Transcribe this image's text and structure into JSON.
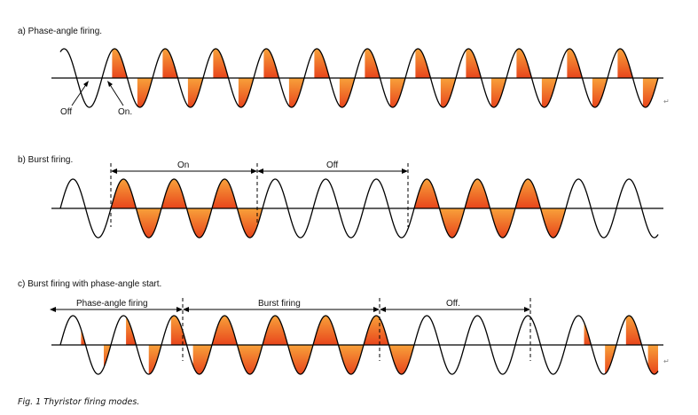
{
  "panels": [
    {
      "id": "a",
      "title": "a) Phase-angle firing.",
      "mode": "phase",
      "labels": {
        "off": "Off",
        "on": "On."
      }
    },
    {
      "id": "b",
      "title": "b) Burst firing.",
      "mode": "burst",
      "spans": [
        {
          "text": "On"
        },
        {
          "text": "Off"
        }
      ]
    },
    {
      "id": "c",
      "title": "c) Burst firing with phase-angle start.",
      "mode": "mixed",
      "spans": [
        {
          "text": "Phase-angle  firing"
        },
        {
          "text": "Burst firing"
        },
        {
          "text": "Off."
        }
      ]
    }
  ],
  "caption": "Fig. 1 Thyristor  firing modes.",
  "paragraph_mark": "↵",
  "colors": {
    "fill_top": "#f8a13a",
    "fill_bottom": "#e8451c",
    "stroke": "#000000"
  }
}
